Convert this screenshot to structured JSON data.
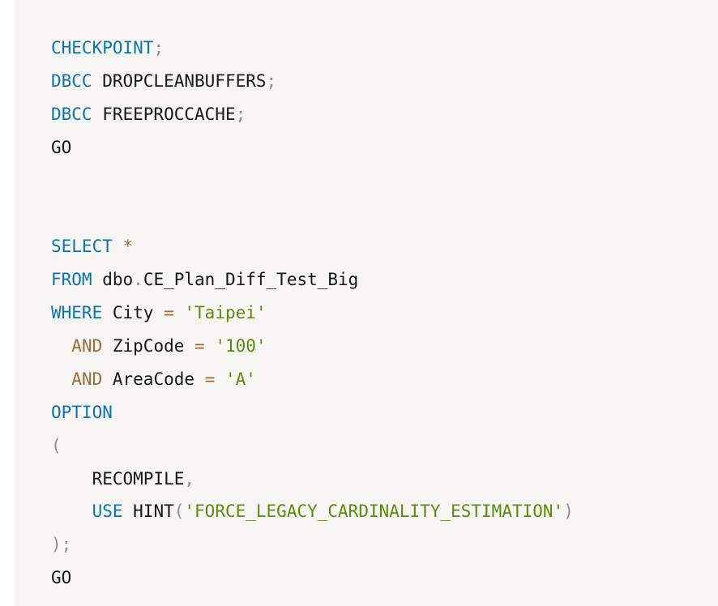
{
  "code": {
    "lines": [
      [
        {
          "t": "CHECKPOINT",
          "k": "kw"
        },
        {
          "t": ";",
          "k": "punc"
        }
      ],
      [
        {
          "t": "DBCC",
          "k": "kw"
        },
        {
          "t": " DROPCLEANBUFFERS",
          "k": "plain"
        },
        {
          "t": ";",
          "k": "punc"
        }
      ],
      [
        {
          "t": "DBCC",
          "k": "kw"
        },
        {
          "t": " FREEPROCCACHE",
          "k": "plain"
        },
        {
          "t": ";",
          "k": "punc"
        }
      ],
      [
        {
          "t": "GO",
          "k": "plain"
        }
      ],
      [],
      [],
      [
        {
          "t": "SELECT",
          "k": "kw"
        },
        {
          "t": " ",
          "k": "plain"
        },
        {
          "t": "*",
          "k": "op"
        }
      ],
      [
        {
          "t": "FROM",
          "k": "kw"
        },
        {
          "t": " dbo",
          "k": "plain"
        },
        {
          "t": ".",
          "k": "punc"
        },
        {
          "t": "CE_Plan_Diff_Test_Big",
          "k": "plain"
        }
      ],
      [
        {
          "t": "WHERE",
          "k": "kw"
        },
        {
          "t": " City ",
          "k": "plain"
        },
        {
          "t": "=",
          "k": "op"
        },
        {
          "t": " ",
          "k": "plain"
        },
        {
          "t": "'Taipei'",
          "k": "str"
        }
      ],
      [
        {
          "t": "  ",
          "k": "plain"
        },
        {
          "t": "AND",
          "k": "op"
        },
        {
          "t": " ZipCode ",
          "k": "plain"
        },
        {
          "t": "=",
          "k": "op"
        },
        {
          "t": " ",
          "k": "plain"
        },
        {
          "t": "'100'",
          "k": "str"
        }
      ],
      [
        {
          "t": "  ",
          "k": "plain"
        },
        {
          "t": "AND",
          "k": "op"
        },
        {
          "t": " AreaCode ",
          "k": "plain"
        },
        {
          "t": "=",
          "k": "op"
        },
        {
          "t": " ",
          "k": "plain"
        },
        {
          "t": "'A'",
          "k": "str"
        }
      ],
      [
        {
          "t": "OPTION",
          "k": "kw"
        }
      ],
      [
        {
          "t": "(",
          "k": "punc"
        }
      ],
      [
        {
          "t": "    RECOMPILE",
          "k": "plain"
        },
        {
          "t": ",",
          "k": "punc"
        }
      ],
      [
        {
          "t": "    ",
          "k": "plain"
        },
        {
          "t": "USE",
          "k": "kw"
        },
        {
          "t": " HINT",
          "k": "plain"
        },
        {
          "t": "(",
          "k": "punc"
        },
        {
          "t": "'FORCE_LEGACY_CARDINALITY_ESTIMATION'",
          "k": "str"
        },
        {
          "t": ")",
          "k": "punc"
        }
      ],
      [
        {
          "t": ")",
          "k": "punc"
        },
        {
          "t": ";",
          "k": "punc"
        }
      ],
      [
        {
          "t": "GO",
          "k": "plain"
        }
      ]
    ]
  },
  "colors": {
    "background": "#f7f6f4",
    "keyword": "#0e74a8",
    "operator": "#9a6d3e",
    "string": "#5c8a10",
    "punctuation": "#8e8e8e",
    "text": "#161616"
  }
}
